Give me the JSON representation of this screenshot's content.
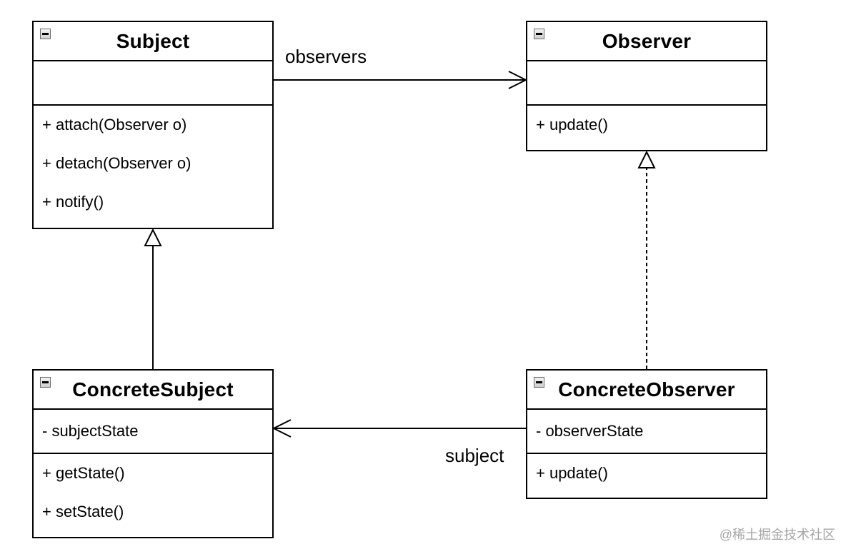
{
  "classes": {
    "subject": {
      "name": "Subject",
      "attributes": [],
      "operations": [
        "+ attach(Observer o)",
        "+ detach(Observer o)",
        "+ notify()"
      ]
    },
    "observer": {
      "name": "Observer",
      "attributes": [],
      "operations": [
        "+ update()"
      ]
    },
    "concrete_subject": {
      "name": "ConcreteSubject",
      "attributes": [
        "- subjectState"
      ],
      "operations": [
        "+ getState()",
        "+ setState()"
      ]
    },
    "concrete_observer": {
      "name": "ConcreteObserver",
      "attributes": [
        "- observerState"
      ],
      "operations": [
        "+ update()"
      ]
    }
  },
  "relations": {
    "subject_observers": {
      "from": "Subject",
      "to": "Observer",
      "kind": "association",
      "label": "observers"
    },
    "concreteobserver_subject": {
      "from": "ConcreteObserver",
      "to": "ConcreteSubject",
      "kind": "association",
      "label": "subject"
    },
    "concretesubject_subject": {
      "from": "ConcreteSubject",
      "to": "Subject",
      "kind": "generalization"
    },
    "concreteobserver_observer": {
      "from": "ConcreteObserver",
      "to": "Observer",
      "kind": "realization"
    }
  },
  "icons": {
    "collapse": "collapse-toggle-icon"
  },
  "watermark": "@稀土掘金技术社区"
}
